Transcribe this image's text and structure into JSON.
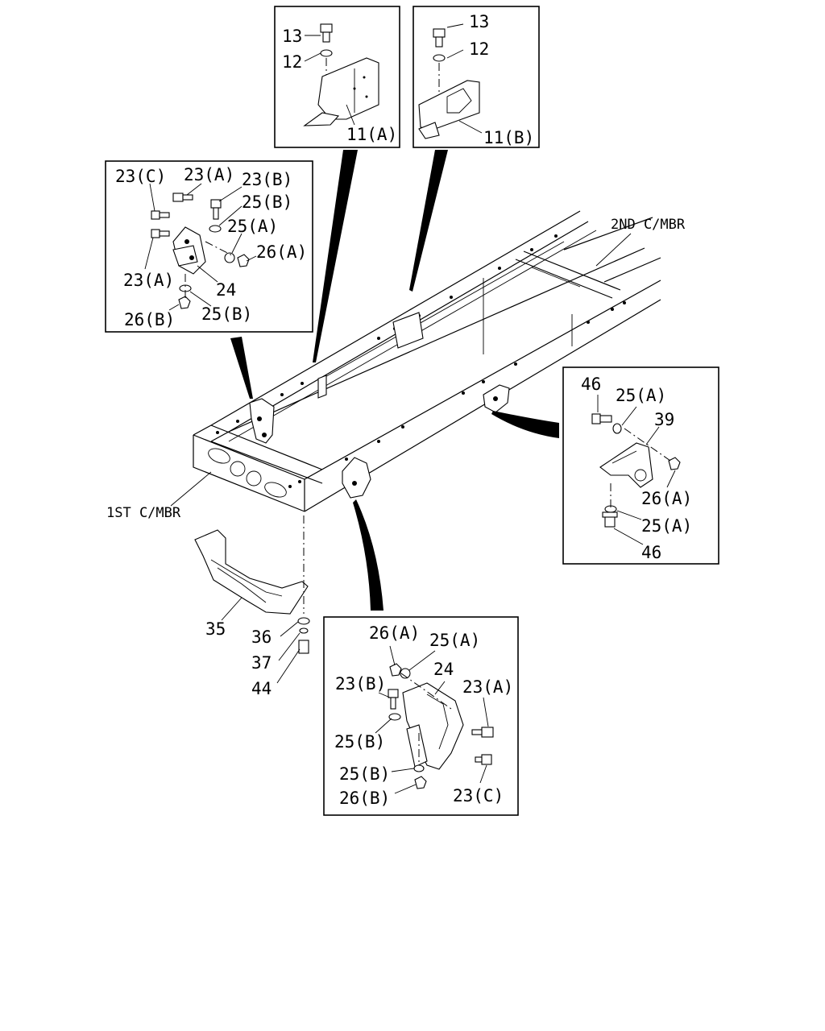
{
  "frame_labels": {
    "second_cross_member": "2ND C/MBR",
    "first_cross_member": "1ST C/MBR"
  },
  "detail_11a": {
    "bolt": "13",
    "washer": "12",
    "bracket": "11(A)"
  },
  "detail_11b": {
    "bolt": "13",
    "washer": "12",
    "bracket": "11(B)"
  },
  "detail_left_bracket": {
    "bolt_c": "23(C)",
    "bolt_a_top": "23(A)",
    "bolt_b": "23(B)",
    "washer_b_top": "25(B)",
    "washer_a": "25(A)",
    "nut_a": "26(A)",
    "bolt_a_left": "23(A)",
    "bracket": "24",
    "washer_b_bottom": "25(B)",
    "nut_b": "26(B)"
  },
  "detail_right_bracket": {
    "bolt_top": "46",
    "washer_top": "25(A)",
    "bracket": "39",
    "nut": "26(A)",
    "washer_bottom": "25(A)",
    "bolt_bottom": "46"
  },
  "detail_bottom_bracket": {
    "nut_a": "26(A)",
    "washer_a": "25(A)",
    "bracket": "24",
    "bolt_b": "23(B)",
    "bolt_a": "23(A)",
    "washer_b_left": "25(B)",
    "washer_b_low": "25(B)",
    "bolt_c": "23(C)",
    "nut_b": "26(B)"
  },
  "skid_plate": {
    "plate": "35",
    "washer_1": "36",
    "washer_2": "37",
    "bolt": "44"
  }
}
